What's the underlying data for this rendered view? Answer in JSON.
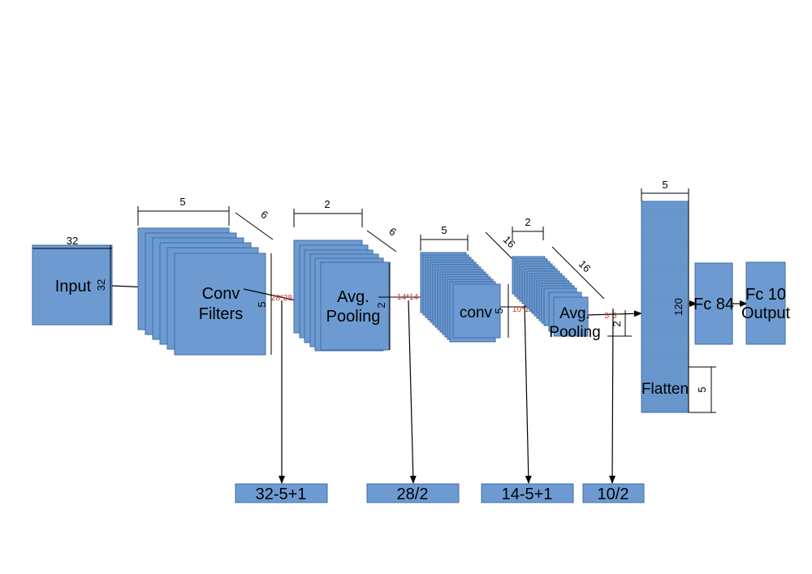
{
  "colors": {
    "block": "#6d9bd1",
    "block_border": "#3f6ea5",
    "size_label": "#c0392b",
    "line": "#000000"
  },
  "blocks": {
    "input": {
      "label": "Input",
      "width": "32",
      "height": "32"
    },
    "conv1": {
      "label_line1": "Conv",
      "label_line2": "Filters",
      "width": "5",
      "height": "5",
      "depth": "6"
    },
    "pool1": {
      "label_line1": "Avg.",
      "label_line2": "Pooling",
      "width": "2",
      "height": "2",
      "depth": "6"
    },
    "conv2": {
      "label": "conv",
      "width": "5",
      "height": "5",
      "depth": "16"
    },
    "pool2": {
      "label_line1": "Avg.",
      "label_line2": "Pooling",
      "width": "2",
      "height": "2",
      "depth": "16"
    },
    "flatten": {
      "label": "Flatten",
      "width": "5",
      "height": "5",
      "depth": "120"
    },
    "fc84": {
      "label": "Fc 84"
    },
    "fc10": {
      "label_line1": "Fc 10",
      "label_line2": "Output"
    }
  },
  "feature_sizes": [
    "28*28",
    "14*14",
    "10*10",
    "5*5"
  ],
  "formulas": [
    "32-5+1",
    "28/2",
    "14-5+1",
    "10/2"
  ]
}
